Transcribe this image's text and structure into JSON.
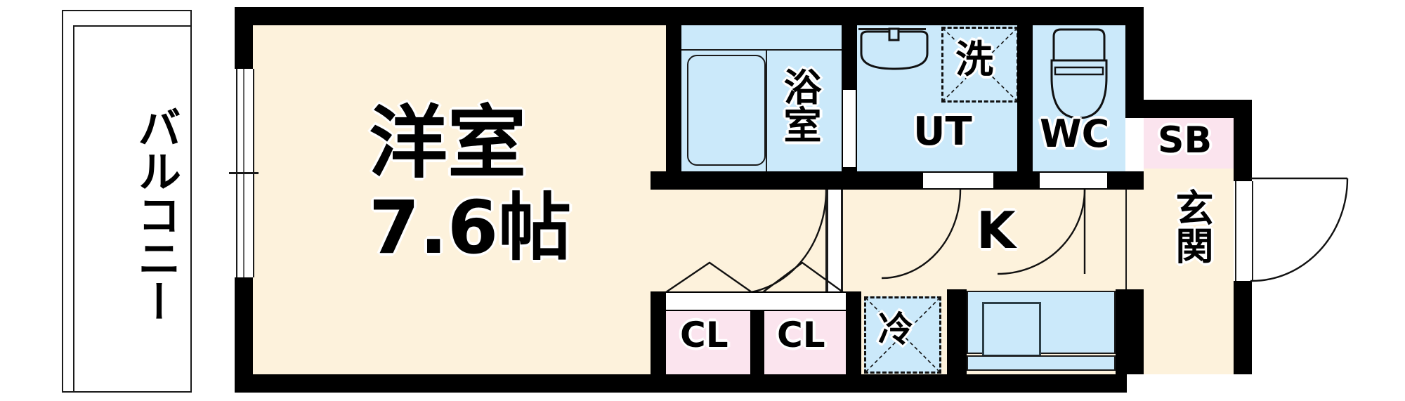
{
  "plan": {
    "kind": "japanese-floor-plan",
    "layout_code": "1K",
    "colors": {
      "wall": "#000000",
      "floor_room": "#fdf2dc",
      "floor_entry": "#fdf2dc",
      "water_area": "#cbe9fa",
      "closet_pink": "#fbe4ee",
      "outline": "#1a1a1a",
      "paper": "#ffffff"
    }
  },
  "rooms": {
    "balcony": {
      "label": "バルコニー",
      "orientation": "vertical"
    },
    "main_room": {
      "label": "洋室",
      "size_label": "7.6帖",
      "unit": "帖",
      "area_value": "7.6"
    },
    "bath": {
      "label": "浴室"
    },
    "utility": {
      "label": "UT"
    },
    "washer": {
      "label": "洗"
    },
    "toilet": {
      "label": "WC"
    },
    "shoebox": {
      "label": "SB"
    },
    "entrance": {
      "label": "玄関",
      "orientation": "vertical"
    },
    "kitchen": {
      "label": "K"
    },
    "fridge": {
      "label": "冷"
    },
    "closet_left": {
      "label": "CL"
    },
    "closet_right": {
      "label": "CL"
    }
  },
  "fixtures": {
    "bathtub": "bathtub-icon",
    "vanity_sink": "vanity-sink-icon",
    "toilet_bowl": "toilet-icon",
    "kitchen_sink": "kitchen-sink-icon",
    "washer_slot": "washing-machine-slot-icon",
    "fridge_slot": "refrigerator-slot-icon",
    "entry_door": "entrance-door-swing-icon",
    "balcony_window": "sliding-window-icon"
  }
}
